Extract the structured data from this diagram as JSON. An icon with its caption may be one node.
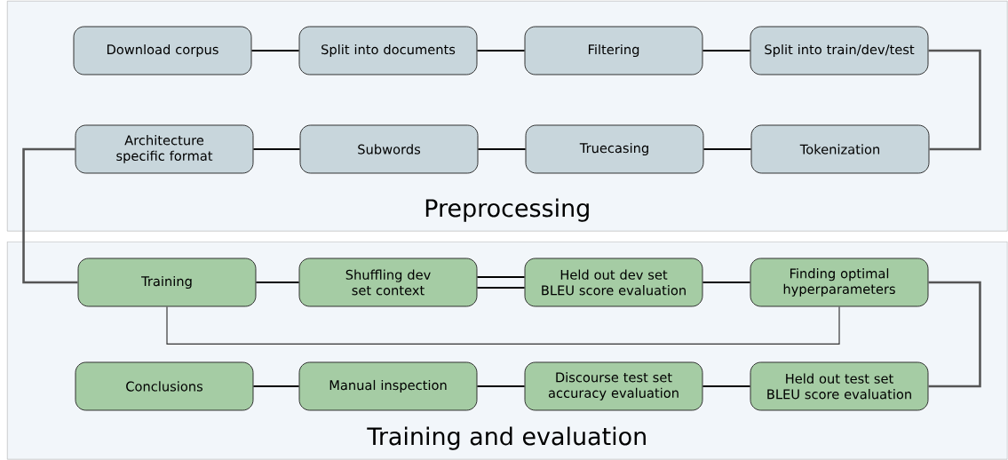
{
  "diagram": {
    "nodes": [
      {
        "text": [
          "Preprocessing"
        ]
      },
      {
        "text": [
          "Download corpus"
        ],
        "in": 0
      },
      {
        "text": [
          "Split into documents"
        ],
        "in": 0
      },
      {
        "text": [
          "Filtering"
        ],
        "in": 0
      },
      {
        "text": [
          "Split into train/dev/test"
        ],
        "in": 0
      },
      {
        "text": [
          "Architecture specific format"
        ],
        "in": 0
      },
      {
        "text": [
          "Subwords"
        ],
        "in": 0
      },
      {
        "text": [
          "Truecasing"
        ],
        "in": 0
      },
      {
        "text": [
          "Tokenization"
        ],
        "in": 0
      },
      {
        "text": [
          "Training and evaluation"
        ]
      },
      {
        "text": [
          "Training"
        ],
        "in": 9
      },
      {
        "text": [
          "Shuffling dev set context"
        ],
        "in": 9
      },
      {
        "text": [
          "Held out dev set BLEU score evaluation"
        ],
        "in": 9
      },
      {
        "text": [
          "Finding optimal hyperparameters"
        ],
        "in": 9
      },
      {
        "text": [
          "Conclusions"
        ],
        "in": 9
      },
      {
        "text": [
          "Manual inspection"
        ],
        "in": 9
      },
      {
        "text": [
          "Discourse test set accuracy evaluation"
        ],
        "in": 9
      },
      {
        "text": [
          "Held out test set BLEU score evaluation"
        ],
        "in": 9
      }
    ],
    "edges": [
      {
        "from": 1,
        "to": 2,
        "arrow": "none"
      },
      {
        "from": 2,
        "to": 3,
        "arrow": "none"
      },
      {
        "from": 3,
        "to": 4,
        "arrow": "none"
      },
      {
        "from": 4,
        "to": 8,
        "arrow": "none",
        "color": "#555555"
      },
      {
        "from": 8,
        "to": 7,
        "arrow": "none"
      },
      {
        "from": 7,
        "to": 6,
        "arrow": "none"
      },
      {
        "from": 6,
        "to": 5,
        "arrow": "none"
      },
      {
        "from": 5,
        "to": 10,
        "arrow": "none",
        "color": "#555555"
      },
      {
        "from": 10,
        "to": 11,
        "arrow": "none"
      },
      {
        "from": 11,
        "to": 12,
        "arrow": "none"
      },
      {
        "from": 11,
        "to": 12,
        "arrow": "none"
      },
      {
        "from": 12,
        "to": 13,
        "arrow": "none"
      },
      {
        "from": 13,
        "to": 10,
        "arrow": "none",
        "color": "#333333"
      },
      {
        "from": 13,
        "to": 17,
        "arrow": "none",
        "color": "#555555"
      },
      {
        "from": 17,
        "to": 16,
        "arrow": "none"
      },
      {
        "from": 16,
        "to": 15,
        "arrow": "none"
      },
      {
        "from": 15,
        "to": 14,
        "arrow": "none"
      }
    ]
  }
}
